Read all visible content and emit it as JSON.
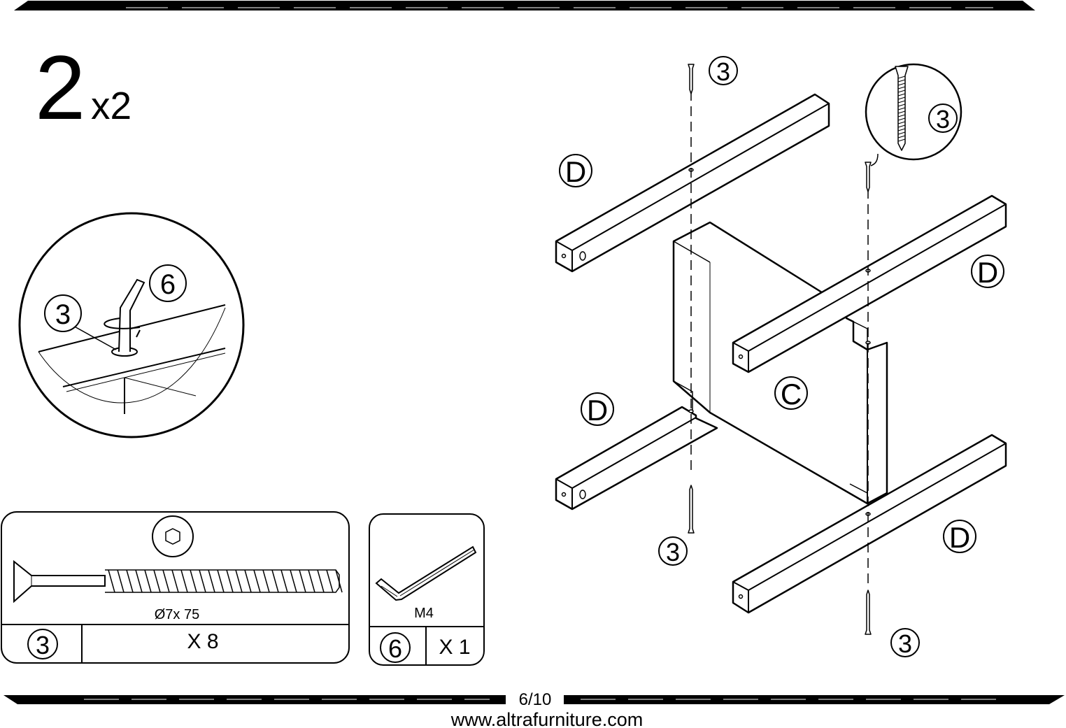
{
  "step": {
    "number": "2",
    "multiplier": "x2"
  },
  "detail": {
    "callouts": [
      "3",
      "6"
    ]
  },
  "parts": {
    "screw": {
      "id": "3",
      "size": "Ø7x 75",
      "qty": "X 8"
    },
    "key": {
      "id": "6",
      "size": "M4",
      "qty": "X 1"
    }
  },
  "assembly": {
    "labels": [
      "D",
      "D",
      "D",
      "D",
      "C"
    ],
    "screw_callouts": [
      "3",
      "3",
      "3",
      "3"
    ]
  },
  "footer": {
    "page": "6/10",
    "url": "www.altrafurniture.com"
  },
  "colors": {
    "ink": "#000000",
    "paper": "#ffffff"
  }
}
